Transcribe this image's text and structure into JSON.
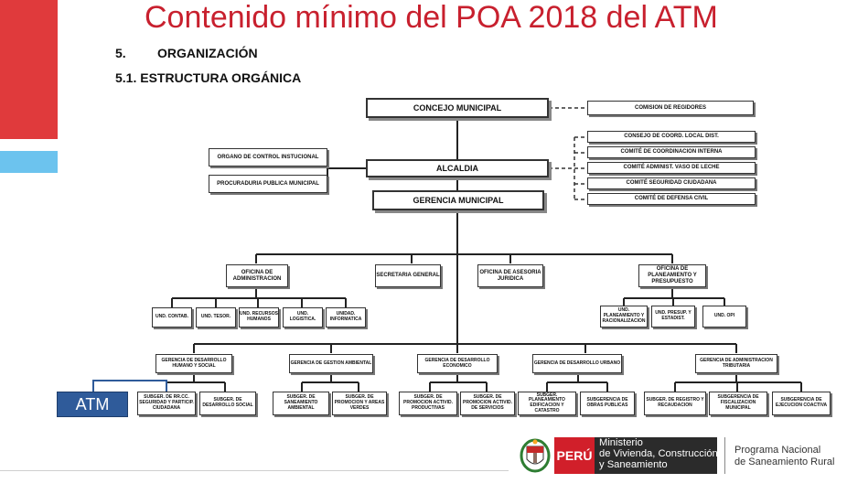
{
  "title": "Contenido mínimo del POA 2018 del ATM",
  "section_number": "5.",
  "section_label": "ORGANIZACIÓN",
  "subsection": "5.1. ESTRUCTURA ORGÁNICA",
  "org": {
    "concejo": "CONCEJO MUNICIPAL",
    "comision": "COMISION DE REGIDORES",
    "consejo_coord": "CONSEJO DE COORD. LOCAL DIST.",
    "comite_coord": "COMITÉ DE COORDINACION INTERNA",
    "comite_vaso": "COMITÉ ADMINIST. VASO DE LECHE",
    "comite_seguridad": "COMITÉ SEGURIDAD CIUDADANA",
    "comite_defensa": "COMITÉ DE DEFENSA CIVIL",
    "organo_control": "ORGANO DE CONTROL INSTUCIONAL",
    "procuraduria": "PROCURADURIA PUBLICA MUNICIPAL",
    "alcaldia": "ALCALDIA",
    "gerencia_municipal": "GERENCIA MUNICIPAL",
    "ofi_admin": "OFICINA DE ADMINISTRACION",
    "secretaria": "SECRETARIA GENERAL",
    "asesoria": "OFICINA DE ASESORIA JURIDICA",
    "planeamiento": "OFICINA DE PLANEAMIENTO Y PRESUPUESTO",
    "und_contab": "UND. CONTAB.",
    "und_tesor": "UND. TESOR.",
    "und_rrhh": "UND. RECURSOS HUMANOS",
    "und_logistica": "UND. LOGISTICA.",
    "und_informatica": "UNIDAD. INFORMATICA",
    "und_planeamiento": "UND. PLANEAMIENTO Y RACIONALIZACION",
    "und_presup": "UND. PRESUP. Y ESTADIST.",
    "und_opi": "UND. OPI",
    "ger_humano": "GERENCIA DE DESARROLLO HUMANO Y SOCIAL",
    "ger_ambiental": "GERENCIA DE GESTION AMBIENTAL",
    "ger_economico": "GERENCIA DE DESARROLLO ECONOMICO",
    "ger_urbano": "GERENCIA DE DESARROLLO URBANO",
    "ger_tributaria": "GERENCIA DE ADMINISTRACION TRIBUTARIA",
    "sub_rrcc": "SUBGER. DE RR.CC. SEGURIDAD Y PARTICIP. CIUDADANA",
    "sub_social": "SUBGER. DE DESARROLLO SOCIAL",
    "sub_saneamiento": "SUBGER. DE SANEAMIENTO AMBIENTAL",
    "sub_areas_verdes": "SUBGER. DE PROMOCION Y AREAS VERDES",
    "sub_productivas": "SUBGER. DE PROMOCION ACTIVID. PRODUCTIVAS",
    "sub_servicios": "SUBGER. DE PROMOCION ACTIVID. DE SERVICIOS",
    "sub_catastro": "SUBGER. PLANEAMIENTO EDIFICACION Y CATASTRO",
    "sub_obras": "SUBGERENCIA DE OBRAS PUBLICAS",
    "sub_registro": "SUBGER. DE REGISTRO Y RECAUDACION",
    "sub_fiscalizacion": "SUBGERENCIA DE FISCALIZACION MUNICIPAL",
    "sub_coactiva": "SUBGERENCIA DE EJECUCION COACTIVA",
    "atm": "ATM"
  },
  "footer": {
    "peru": "PERÚ",
    "ministerio_line1": "Ministerio",
    "ministerio_line2": "de Vivienda, Construcción",
    "ministerio_line3": "y Saneamiento",
    "programa_line1": "Programa Nacional",
    "programa_line2": "de Saneamiento Rural"
  },
  "colors": {
    "title": "#c8202e",
    "red_bar": "#e03a3c",
    "blue_bar": "#6cc3ee",
    "atm": "#2f5b9a",
    "peru": "#d11f2a"
  }
}
